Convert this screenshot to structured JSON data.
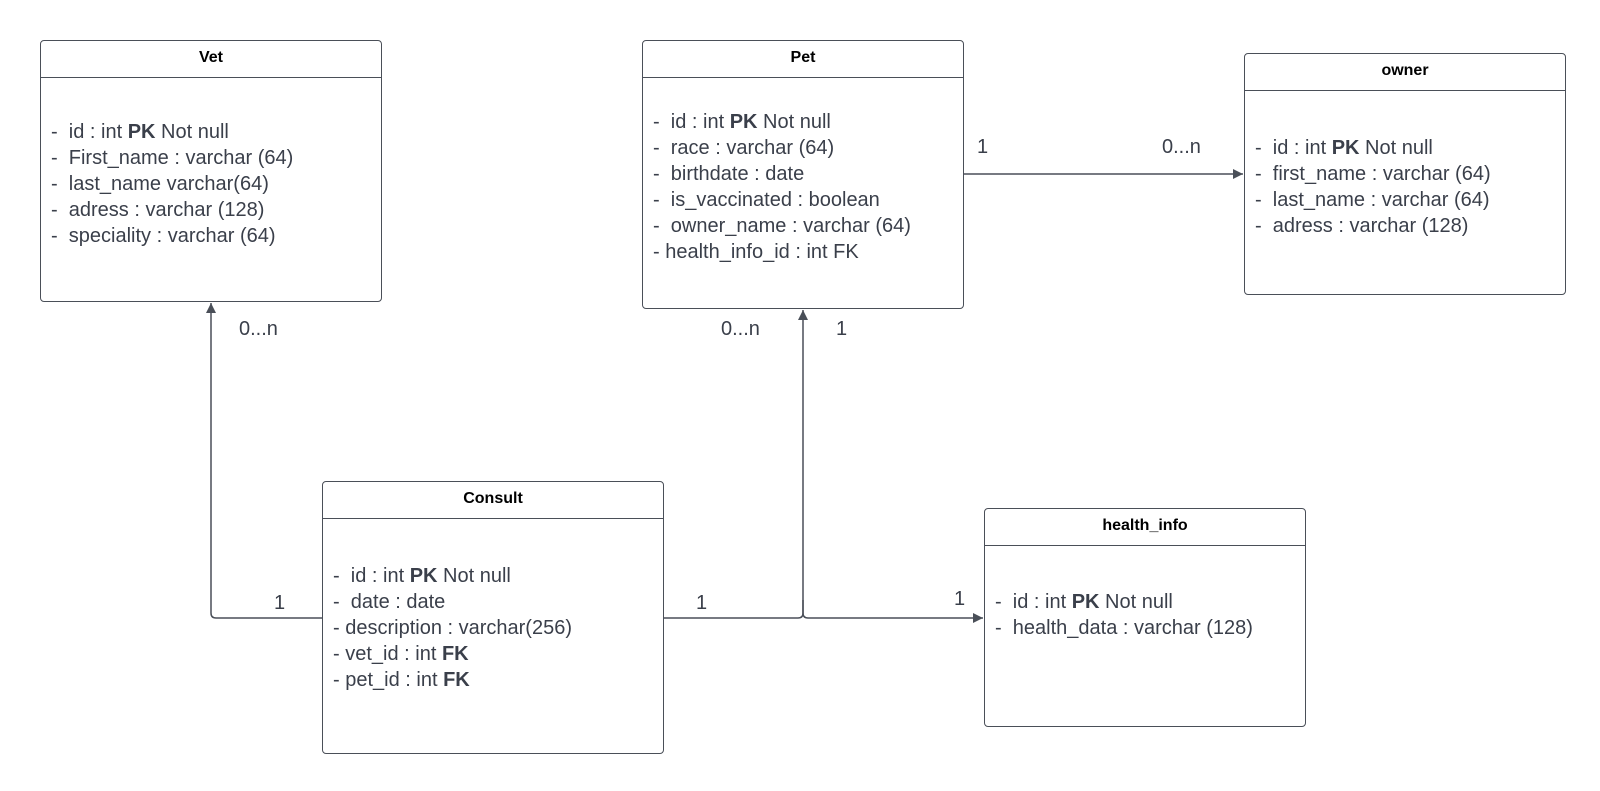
{
  "entities": {
    "vet": {
      "title": "Vet",
      "fields": [
        {
          "pre": "-  id : int ",
          "bold": "PK",
          "post": " Not null"
        },
        {
          "pre": "-  First_name : varchar (64)",
          "bold": "",
          "post": ""
        },
        {
          "pre": "-  last_name varchar(64)",
          "bold": "",
          "post": ""
        },
        {
          "pre": "-  adress : varchar (128)",
          "bold": "",
          "post": ""
        },
        {
          "pre": "-  speciality : varchar (64)",
          "bold": "",
          "post": ""
        }
      ]
    },
    "pet": {
      "title": "Pet",
      "fields": [
        {
          "pre": "-  id : int ",
          "bold": "PK",
          "post": " Not null"
        },
        {
          "pre": "-  race : varchar (64)",
          "bold": "",
          "post": ""
        },
        {
          "pre": "-  birthdate : date",
          "bold": "",
          "post": ""
        },
        {
          "pre": "-  is_vaccinated : boolean",
          "bold": "",
          "post": ""
        },
        {
          "pre": "-  owner_name : varchar (64)",
          "bold": "",
          "post": ""
        },
        {
          "pre": "- health_info_id : int FK",
          "bold": "",
          "post": ""
        }
      ]
    },
    "owner": {
      "title": "owner",
      "fields": [
        {
          "pre": "-  id : int ",
          "bold": "PK",
          "post": " Not null"
        },
        {
          "pre": "-  first_name : varchar (64)",
          "bold": "",
          "post": ""
        },
        {
          "pre": "-  last_name : varchar (64)",
          "bold": "",
          "post": ""
        },
        {
          "pre": "-  adress : varchar (128)",
          "bold": "",
          "post": ""
        }
      ]
    },
    "consult": {
      "title": "Consult",
      "fields": [
        {
          "pre": "-  id : int ",
          "bold": "PK",
          "post": " Not null"
        },
        {
          "pre": "-  date : date",
          "bold": "",
          "post": ""
        },
        {
          "pre": "- description : varchar(256)",
          "bold": "",
          "post": ""
        },
        {
          "pre": "- vet_id : int ",
          "bold": "FK",
          "post": ""
        },
        {
          "pre": "- pet_id : int ",
          "bold": "FK",
          "post": ""
        }
      ]
    },
    "health_info": {
      "title": "health_info",
      "fields": [
        {
          "pre": "-  id : int ",
          "bold": "PK",
          "post": " Not null"
        },
        {
          "pre": "-  health_data : varchar (128)",
          "bold": "",
          "post": ""
        }
      ]
    }
  },
  "multiplicities": {
    "pet_owner_pet_end": "1",
    "pet_owner_owner_end": "0...n",
    "consult_vet_vet_end": "0...n",
    "consult_vet_consult_end": "1",
    "consult_pet_pet_end": "0...n",
    "health_pet_pet_end": "1",
    "consult_pet_consult_end": "1",
    "health_pet_health_end": "1"
  },
  "colors": {
    "line": "#4a4f58",
    "text": "#3a3f4a",
    "title": "#000000"
  }
}
